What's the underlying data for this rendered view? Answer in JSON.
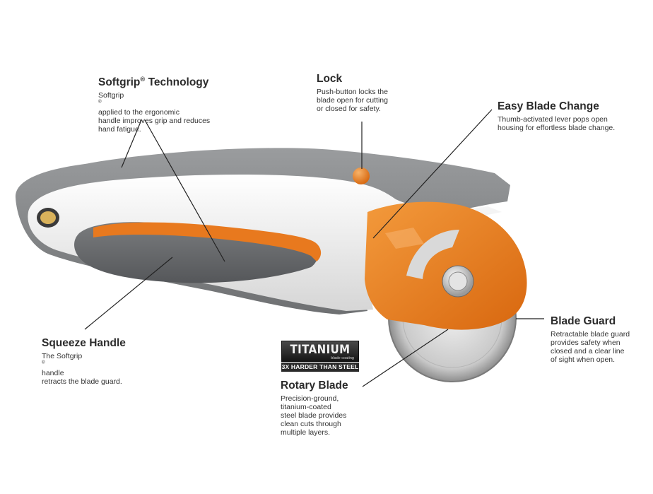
{
  "callouts": {
    "softgrip": {
      "title_main": "Softgrip",
      "title_reg": "®",
      "title_rest": " Technology",
      "desc_line1_main": "Softgrip",
      "desc_line1_reg": "®",
      "desc_line1_rest": " applied to the ergonomic",
      "desc_line2": "handle improves grip and reduces",
      "desc_line3": "hand fatigue."
    },
    "lock": {
      "title": "Lock",
      "desc_line1": "Push-button locks the",
      "desc_line2": "blade open for cutting",
      "desc_line3": "or closed for safety."
    },
    "blade_change": {
      "title": "Easy Blade Change",
      "desc_line1": "Thumb-activated lever pops open",
      "desc_line2": "housing for effortless blade change."
    },
    "blade_guard": {
      "title": "Blade Guard",
      "desc_line1": "Retractable blade guard",
      "desc_line2": "provides safety when",
      "desc_line3": "closed and a clear line",
      "desc_line4": "of sight when open."
    },
    "squeeze": {
      "title": "Squeeze Handle",
      "desc_line1_main": "The Softgrip",
      "desc_line1_reg": "®",
      "desc_line1_rest": " handle",
      "desc_line2": "retracts the blade guard."
    },
    "rotary": {
      "title": "Rotary Blade",
      "desc_line1": "Precision-ground,",
      "desc_line2": "titanium-coated",
      "desc_line3": "steel blade provides",
      "desc_line4": "clean cuts through",
      "desc_line5": "multiple layers."
    }
  },
  "badge": {
    "word": "TITANIUM",
    "sub": "blade coating",
    "strip": "3X HARDER THAN STEEL"
  },
  "colors": {
    "orange": "#e8791e",
    "dark_gray": "#5f6163",
    "light_gray": "#d9d9d9",
    "white_shell": "#f4f4f4",
    "leader_line": "#222222"
  }
}
